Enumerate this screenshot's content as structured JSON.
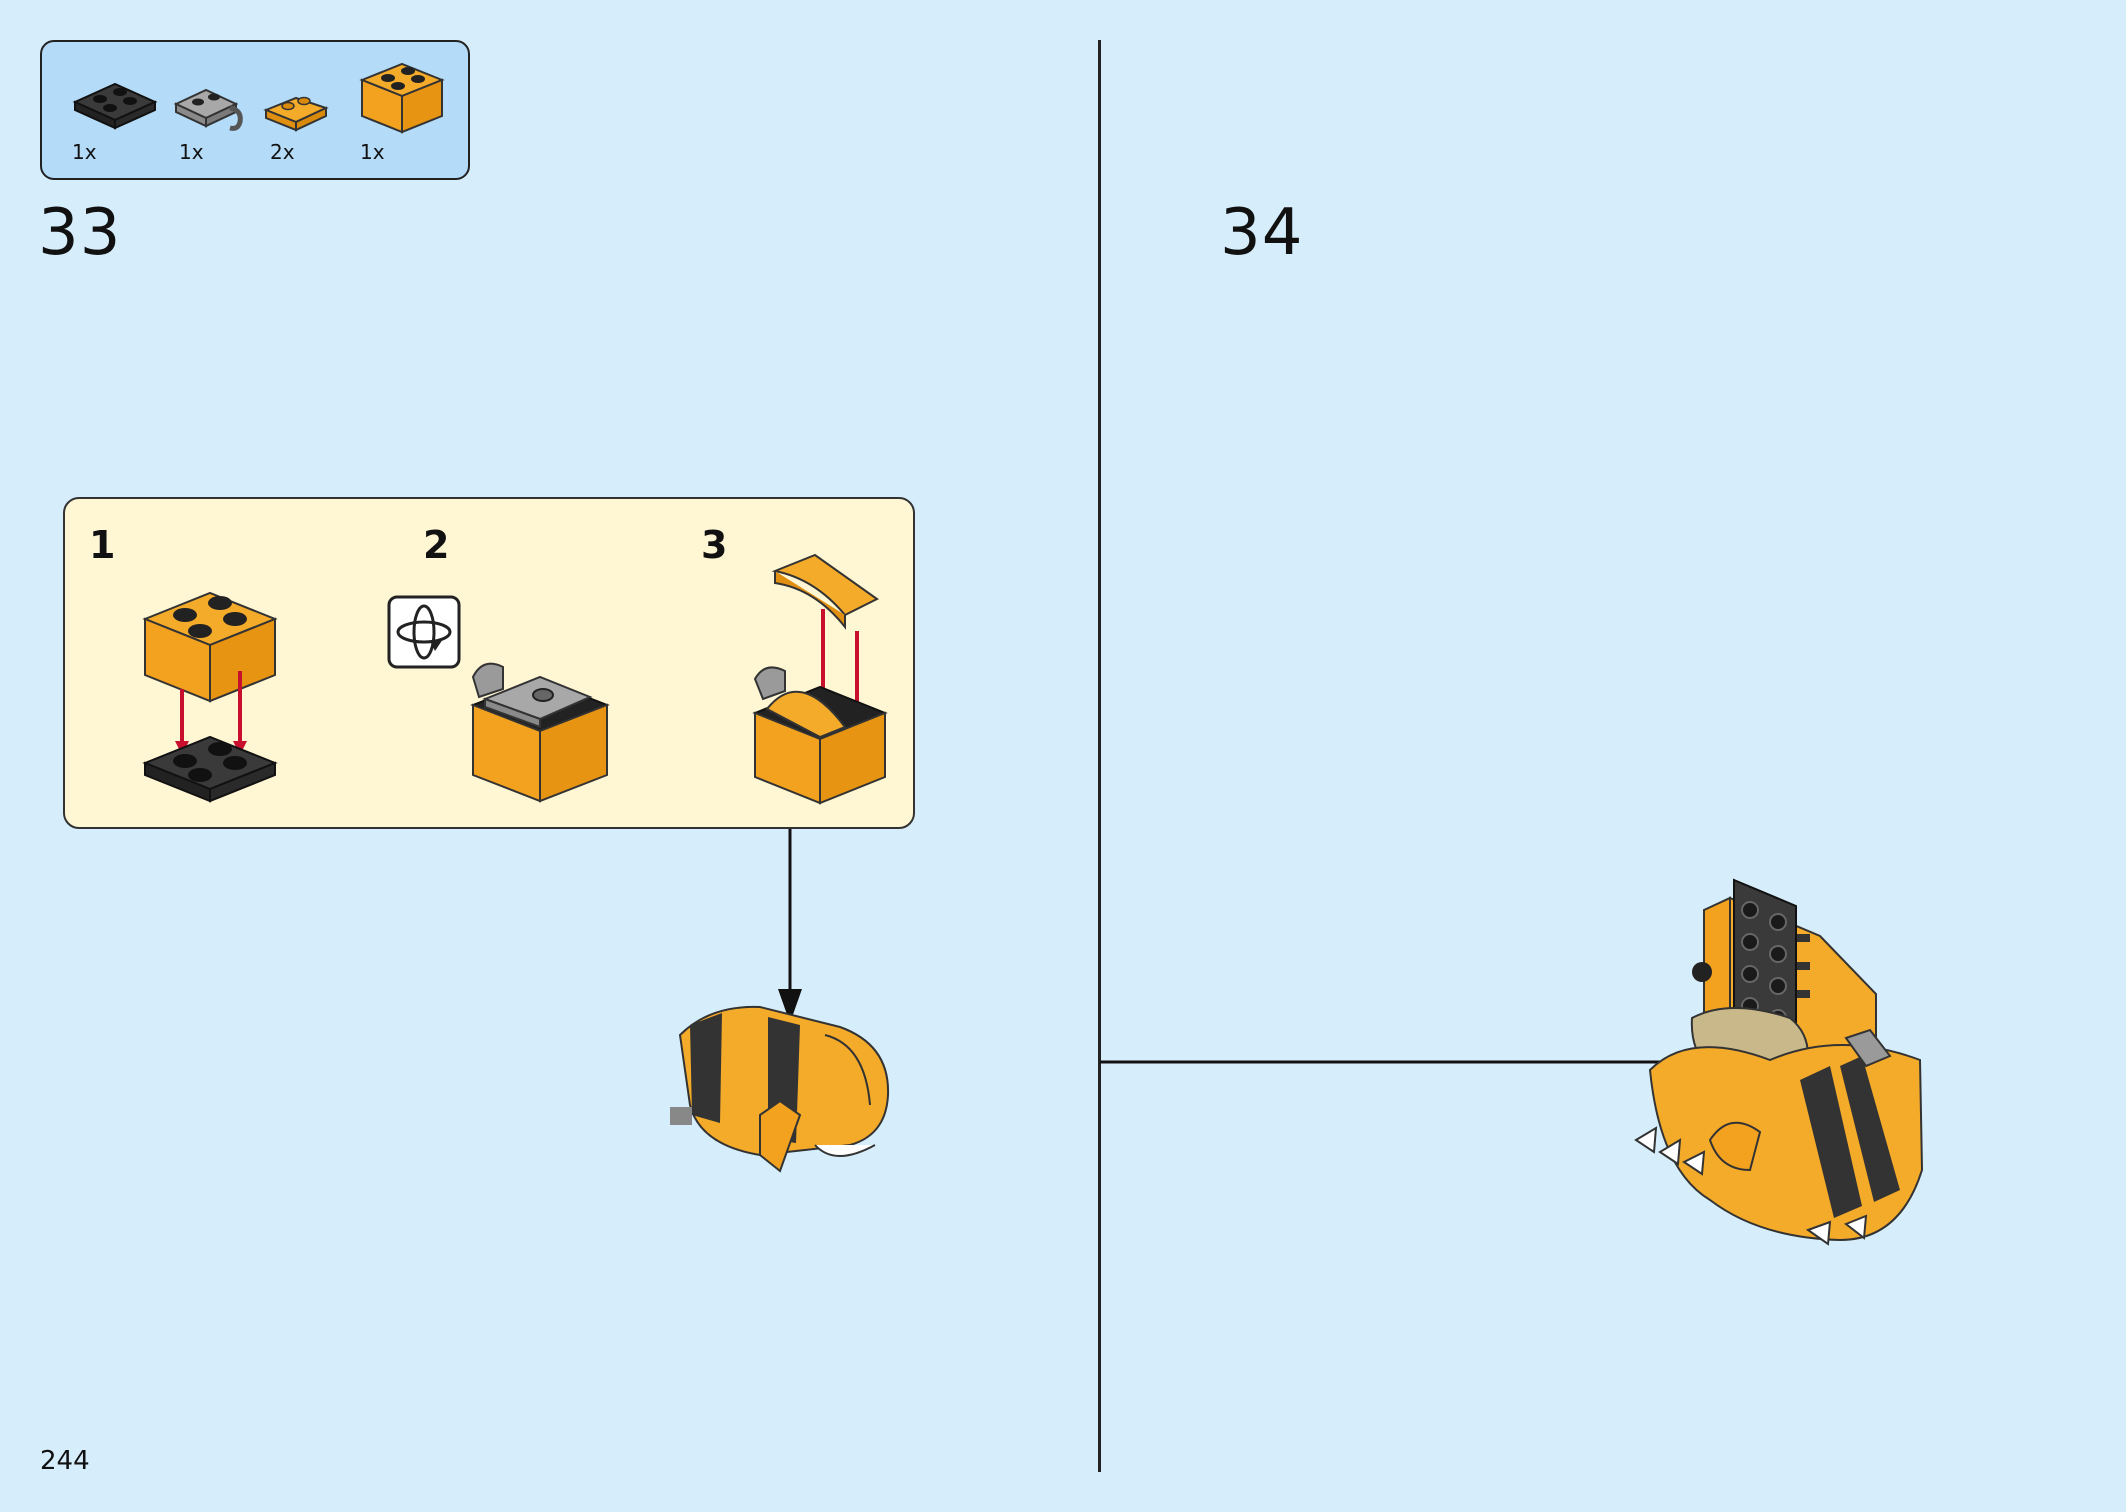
{
  "page": {
    "number": "244"
  },
  "parts_list": [
    {
      "name": "black-plate-2x2",
      "count": "1x"
    },
    {
      "name": "gray-clip-plate",
      "count": "1x"
    },
    {
      "name": "orange-slope-curved",
      "count": "2x"
    },
    {
      "name": "orange-brick-2x2",
      "count": "1x"
    }
  ],
  "steps": [
    {
      "number": "33",
      "substeps": [
        "1",
        "2",
        "3"
      ]
    },
    {
      "number": "34"
    }
  ],
  "colors": {
    "background": "#d6eefb",
    "parts_box": "#b4dbf8",
    "substeps_box": "#fff6d4",
    "brick_orange": "#f5ab2a",
    "brick_black": "#3a3a3a",
    "brick_gray": "#9e9e9e",
    "arrow_red": "#c8102e"
  },
  "icons": [
    "rotate-model-icon"
  ]
}
